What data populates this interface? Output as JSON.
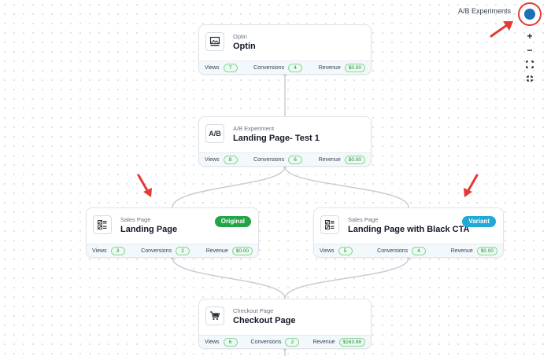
{
  "header": {
    "title": "A/B Experiments"
  },
  "zoom_controls": [
    {
      "name": "zoom-in-button",
      "icon": "plus-icon",
      "glyph": "+"
    },
    {
      "name": "zoom-out-button",
      "icon": "minus-icon",
      "glyph": "−"
    },
    {
      "name": "fit-view-button",
      "icon": "fit-view-icon",
      "glyph": ""
    },
    {
      "name": "fullscreen-button",
      "icon": "collapse-icon",
      "glyph": ""
    }
  ],
  "stat_labels": {
    "views": "Views",
    "conversions": "Conversions",
    "revenue": "Revenue"
  },
  "nodes": [
    {
      "id": "optin",
      "type": "Optin",
      "title": "Optin",
      "icon": "image-icon",
      "badge": "",
      "views": "7",
      "conversions": "4",
      "revenue": "$0.00"
    },
    {
      "id": "ab",
      "type": "A/B Experiment",
      "title": "Landing Page- Test 1",
      "icon": "ab-icon",
      "icon_text": "A/B",
      "badge": "",
      "views": "8",
      "conversions": "6",
      "revenue": "$0.00"
    },
    {
      "id": "original",
      "type": "Sales Page",
      "title": "Landing Page",
      "icon": "page-icon",
      "badge": "Original",
      "views": "3",
      "conversions": "2",
      "revenue": "$0.00"
    },
    {
      "id": "variant",
      "type": "Sales Page",
      "title": "Landing Page with Black CTA",
      "icon": "page-icon",
      "badge": "Variant",
      "views": "5",
      "conversions": "4",
      "revenue": "$0.00"
    },
    {
      "id": "checkout",
      "type": "Checkout Page",
      "title": "Checkout Page",
      "icon": "cart-icon",
      "badge": "",
      "views": "6",
      "conversions": "2",
      "revenue": "$163.98"
    }
  ],
  "colors": {
    "accent_blue": "#1f6fb5",
    "annotation_red": "#e53935",
    "badge_original": "#22a447",
    "badge_variant": "#20a8d8",
    "pill_green": "#1d8a3a"
  }
}
